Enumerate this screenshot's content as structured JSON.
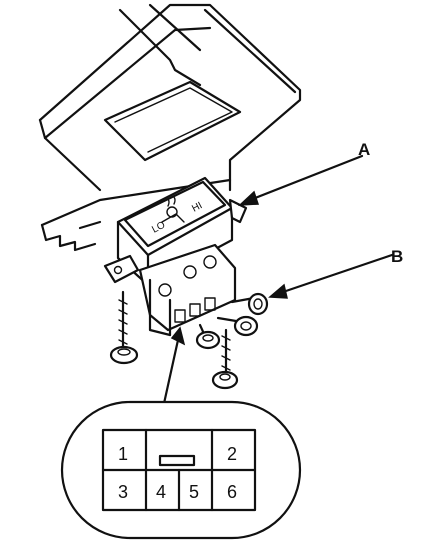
{
  "callouts": {
    "a": "A",
    "b": "B"
  },
  "switch_face": {
    "hi_label": "HI",
    "lo_label": "LO"
  },
  "connector": {
    "pins": [
      "1",
      "2",
      "3",
      "4",
      "5",
      "6"
    ]
  }
}
